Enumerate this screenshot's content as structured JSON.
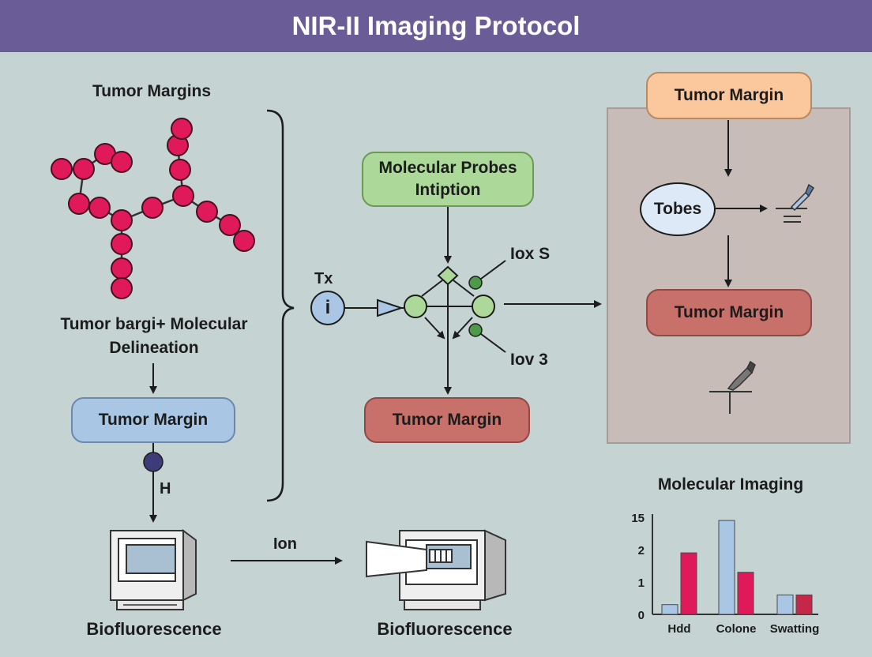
{
  "title": "NIR-II Imaging Protocol",
  "left": {
    "heading": "Tumor Margins",
    "delineation": "Tumor bargi+ Molecular\nDelineation",
    "box": "Tumor Margin",
    "h_label": "H",
    "bio_label": "Biofluorescence"
  },
  "center": {
    "tx_label": "Tx",
    "i_label": "i",
    "probes_box": "Molecular Probes\nIntiption",
    "iox_label": "Iox S",
    "iov_label": "Iov 3",
    "margin_box": "Tumor Margin",
    "ion_label": "Ion",
    "bio_label": "Biofluorescence"
  },
  "right": {
    "top_box": "Tumor Margin",
    "tobes": "Tobes",
    "bottom_box": "Tumor Margin"
  },
  "chart_data": {
    "type": "bar",
    "title": "Molecular Imaging",
    "categories": [
      "Hdd",
      "Colone",
      "Swatting"
    ],
    "yticks": [
      "15",
      "2",
      "1",
      "0"
    ],
    "series": [
      {
        "color": "#a9c6e4",
        "values": [
          0.3,
          2.9,
          0.6
        ]
      },
      {
        "color": "#e0195a",
        "values": [
          1.9,
          1.3,
          0.6
        ]
      }
    ],
    "ylim": [
      0,
      3
    ]
  },
  "colors": {
    "header": "#6a5d97",
    "background": "#c5d3d2",
    "node_red": "#e0195a",
    "blue_box": "#a9c6e4",
    "green_box": "#acd99a",
    "rose_box": "#c8716b",
    "orange_box": "#fbc79d",
    "panel": "#c7bcb7"
  }
}
